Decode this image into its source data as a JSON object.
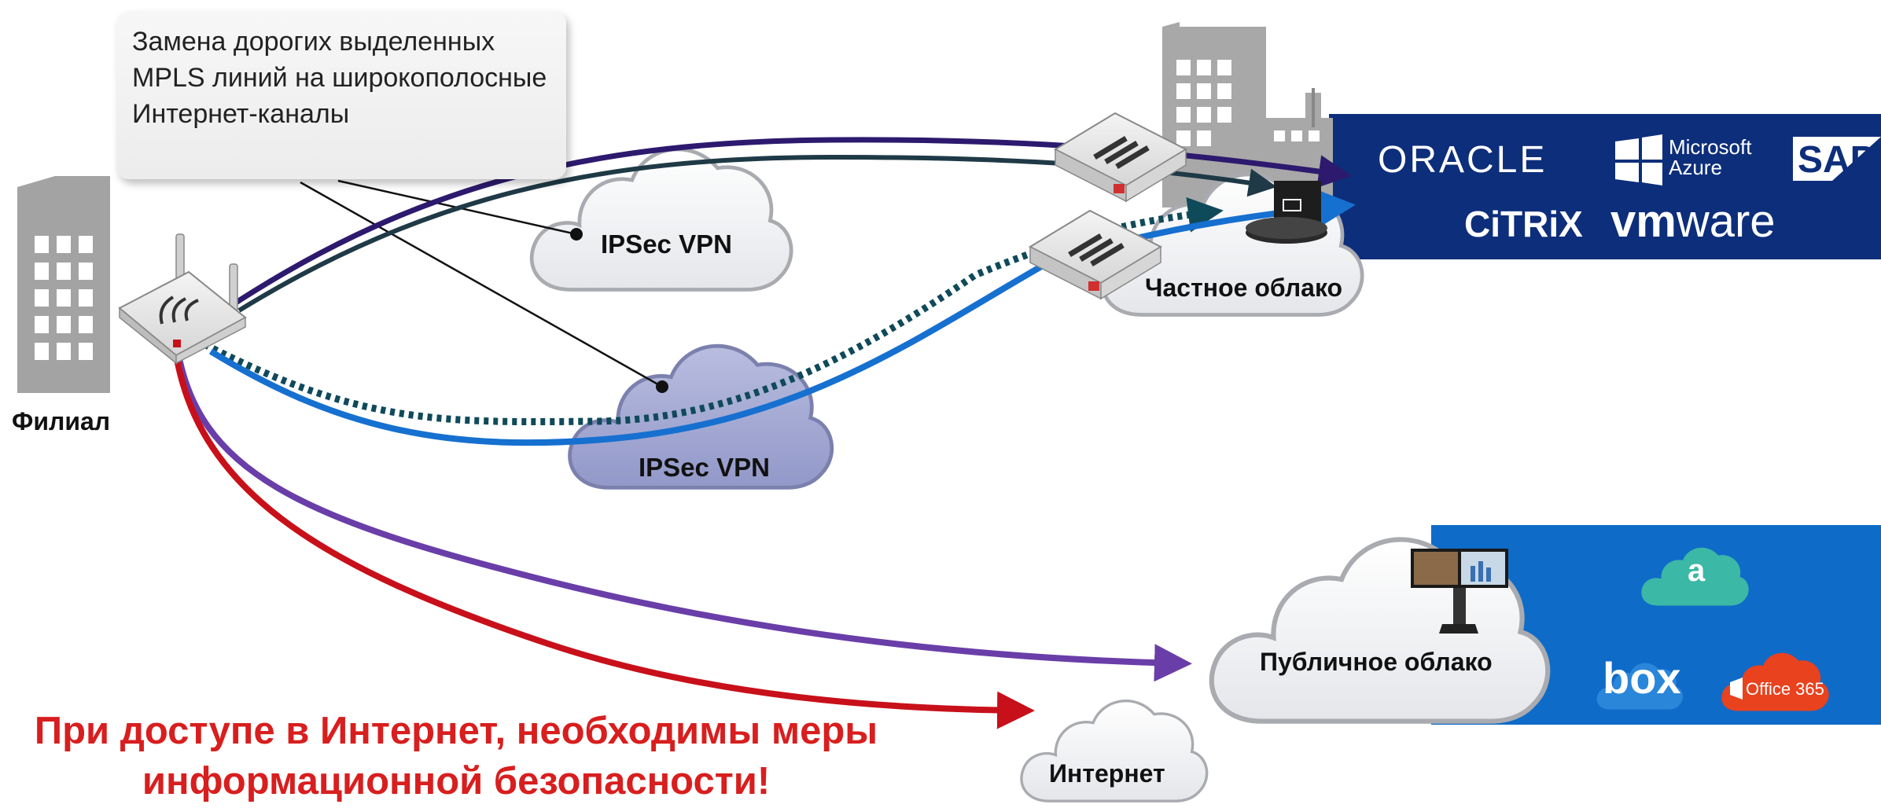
{
  "callout": {
    "text": " Замена дорогих выделенных MPLS линий на широкополосные Интернет-каналы"
  },
  "nodes": {
    "branch_label": "Филиал",
    "vpn1_label": "IPSec VPN",
    "vpn2_label": "IPSec VPN",
    "private_cloud_label": "Частное облако",
    "public_cloud_label": "Публичное облако",
    "internet_label": "Интернет"
  },
  "private_apps": {
    "oracle": "ORACLE",
    "azure_line1": "Microsoft",
    "azure_line2": "Azure",
    "sap": "SAP",
    "citrix": "CiTRiX",
    "vmware_vm": "vm",
    "vmware_ware": "ware"
  },
  "public_apps": {
    "amazon": "a",
    "box": "box",
    "office365": "Office 365"
  },
  "warning": {
    "line1": "При доступе в Интернет, необходимы меры",
    "line2": "информационной безопасности!"
  },
  "colors": {
    "private_band": "#0d2e7a",
    "public_band": "#0f6bc8",
    "path_navy": "#2d1a6e",
    "path_darkgray": "#1f3a46",
    "path_dotted": "#0f4a5a",
    "path_blue": "#1670d0",
    "path_purple": "#6a3ea8",
    "path_red": "#c8101a",
    "warning_text": "#d81e1e"
  }
}
